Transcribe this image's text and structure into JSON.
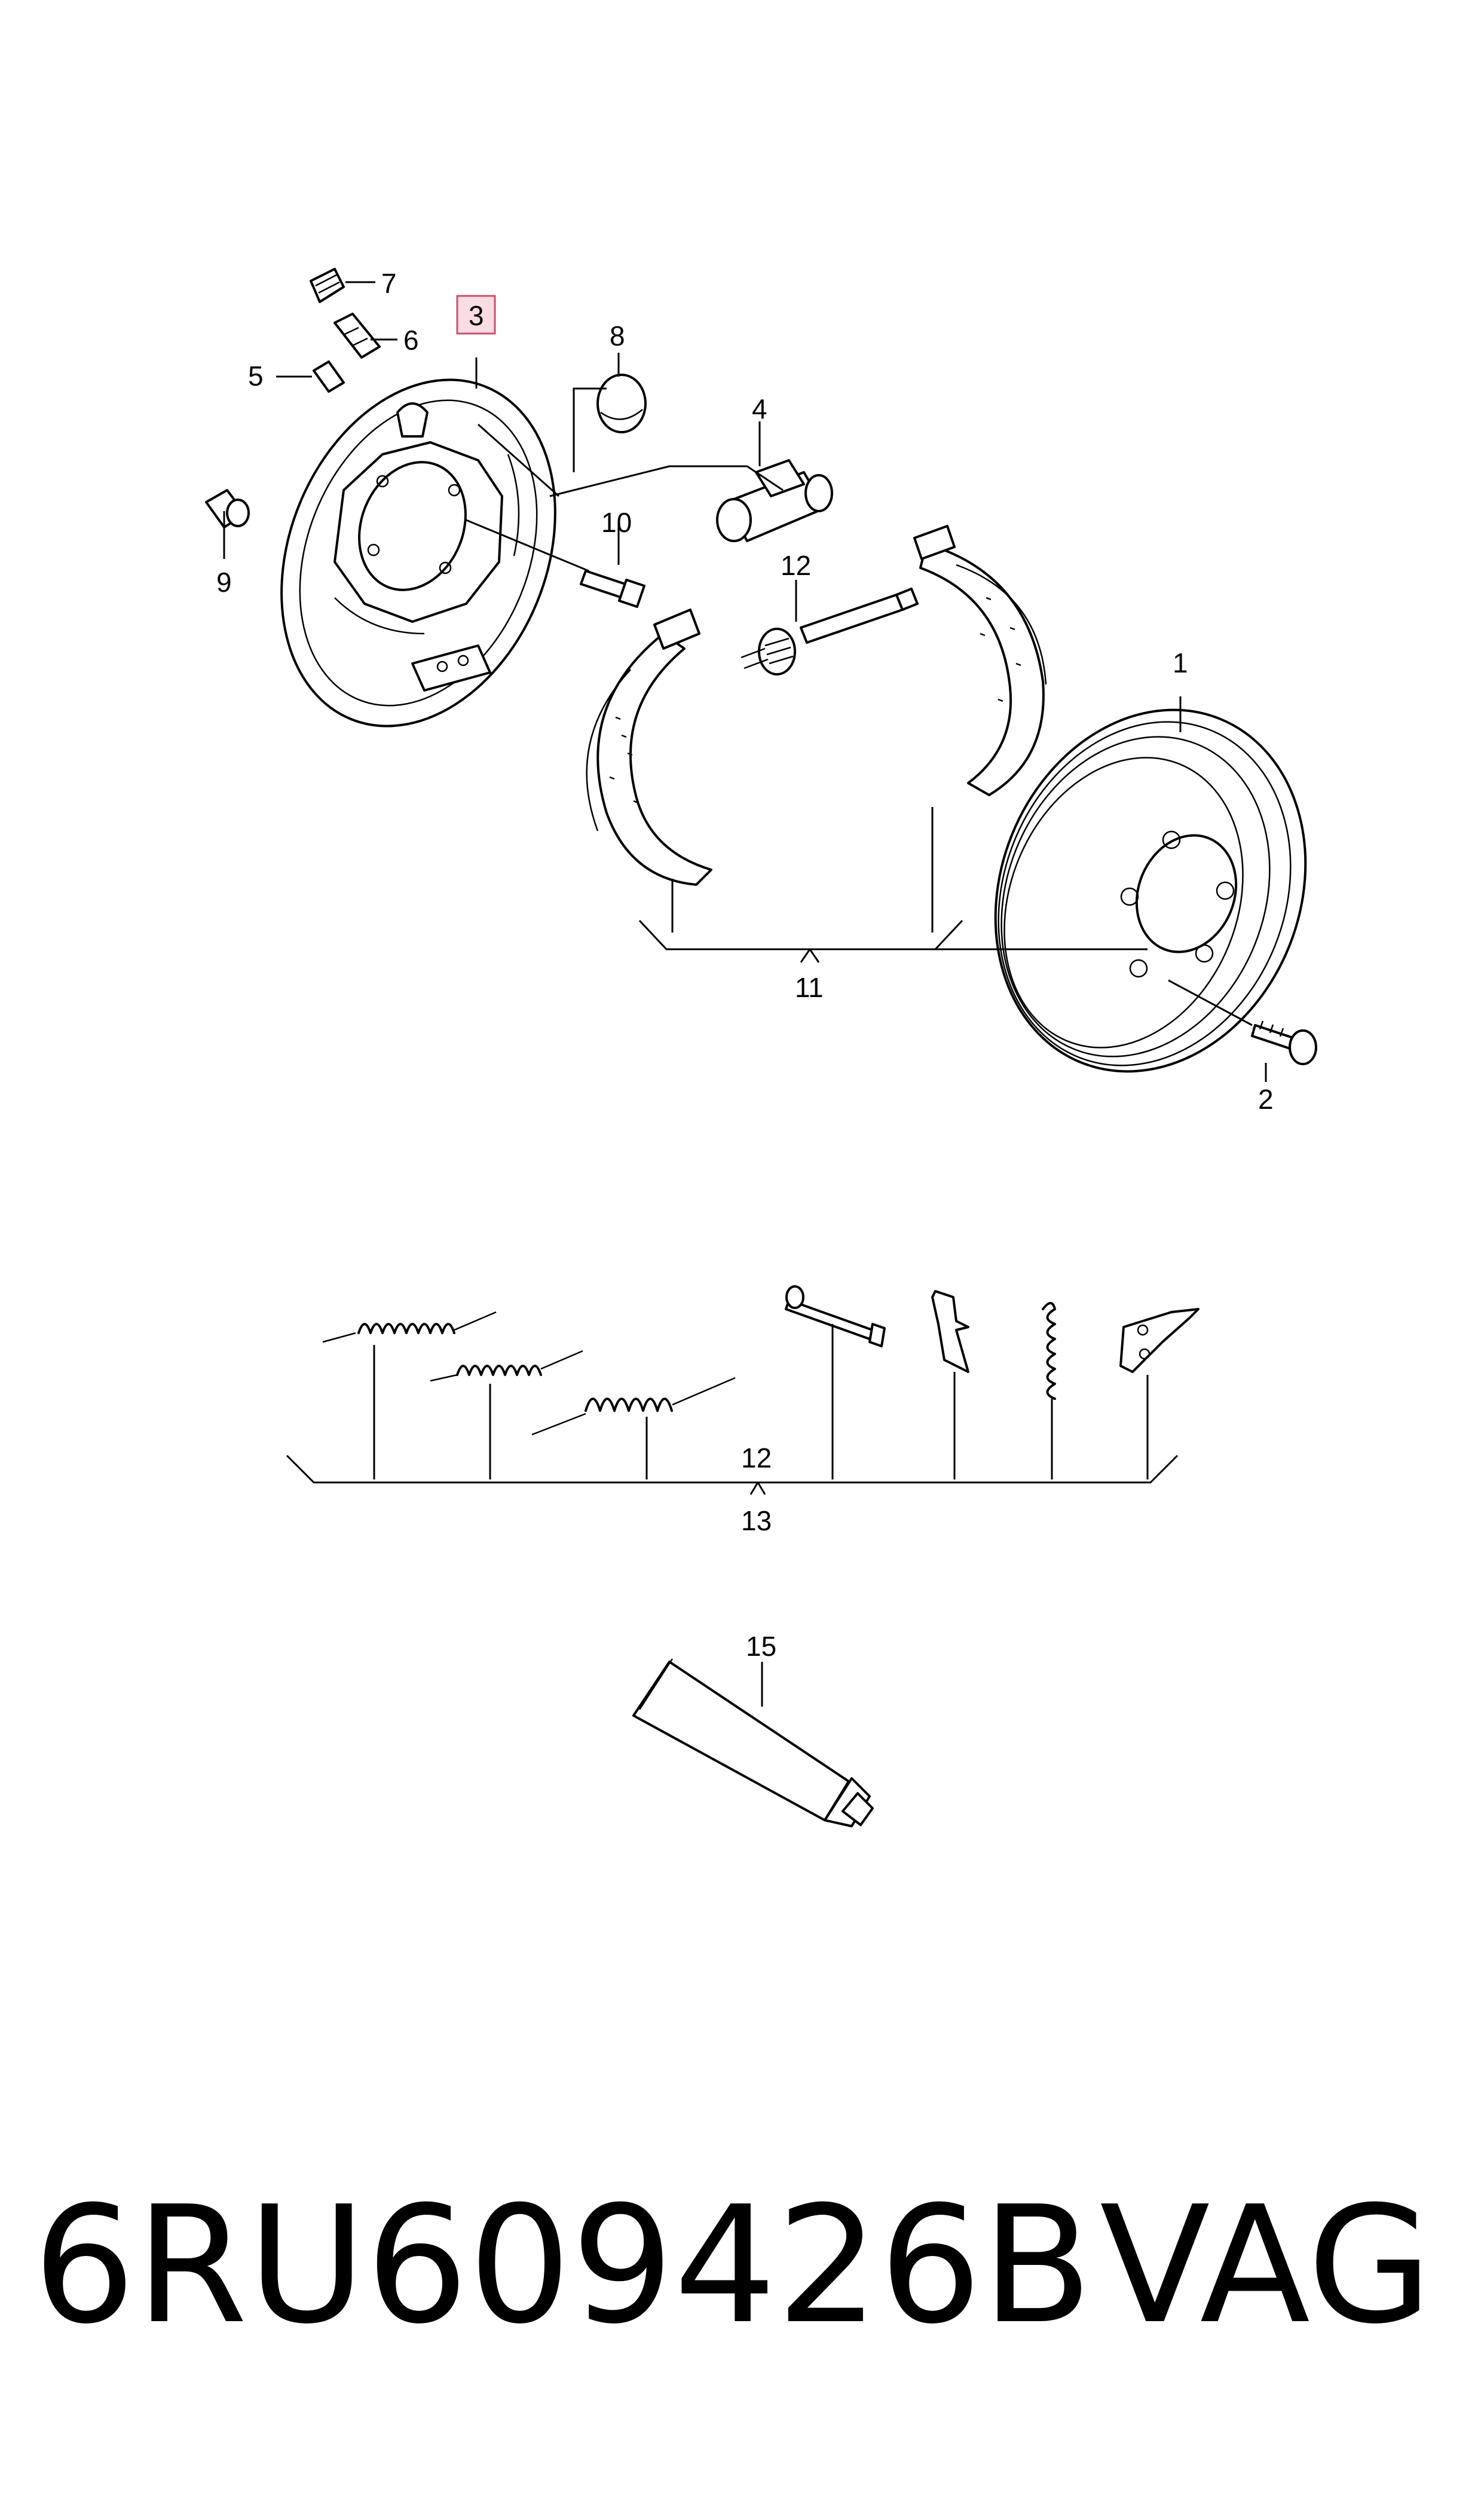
{
  "callouts": {
    "c1": "1",
    "c2": "2",
    "c3": "3",
    "c4": "4",
    "c5": "5",
    "c6": "6",
    "c7": "7",
    "c8": "8",
    "c9": "9",
    "c10": "10",
    "c11": "11",
    "c12a": "12",
    "c12b": "12",
    "c13": "13",
    "c15": "15"
  },
  "highlight": {
    "fill": "#f9dde3",
    "stroke": "#c8506a"
  },
  "footer": {
    "part_number": "6RU609426B",
    "brand": "VAG"
  }
}
